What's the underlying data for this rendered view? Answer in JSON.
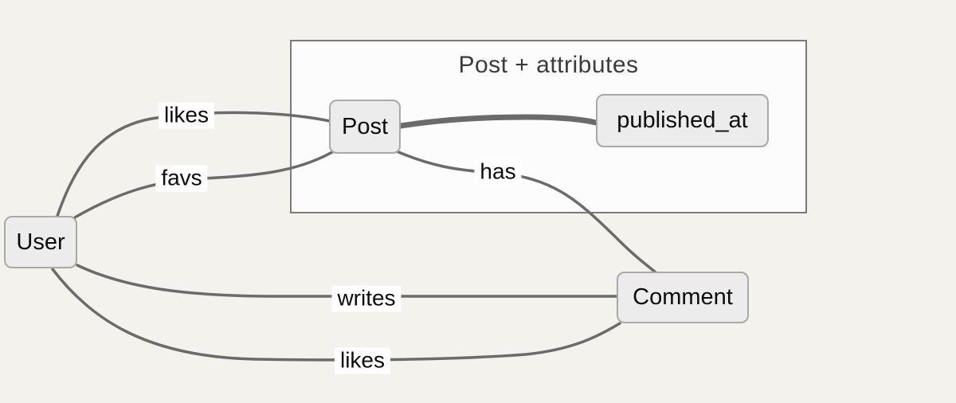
{
  "diagram": {
    "type": "graph",
    "subgraph": {
      "title": "Post + attributes"
    },
    "nodes": [
      {
        "id": "user",
        "label": "User"
      },
      {
        "id": "post",
        "label": "Post"
      },
      {
        "id": "published_at",
        "label": "published_at"
      },
      {
        "id": "comment",
        "label": "Comment"
      }
    ],
    "edges": [
      {
        "from": "User",
        "to": "Post",
        "label": "likes",
        "style": "normal"
      },
      {
        "from": "User",
        "to": "Post",
        "label": "favs",
        "style": "normal"
      },
      {
        "from": "Post",
        "to": "published_at",
        "label": "",
        "style": "thick"
      },
      {
        "from": "Post",
        "to": "Comment",
        "label": "has",
        "style": "normal"
      },
      {
        "from": "User",
        "to": "Comment",
        "label": "writes",
        "style": "normal"
      },
      {
        "from": "User",
        "to": "Comment",
        "label": "likes",
        "style": "normal"
      }
    ],
    "colors": {
      "canvas_bg": "#f4f2ec",
      "subgraph_bg": "#fcfcfc",
      "subgraph_border": "#7a7a7a",
      "node_bg": "#ececec",
      "node_border": "#a9a9a9",
      "edge_stroke": "#6b6b6b",
      "edge_label_bg": "#ffffff",
      "node_text": "#0c0c0c",
      "subgraph_title_color": "#3b3b3b"
    }
  }
}
